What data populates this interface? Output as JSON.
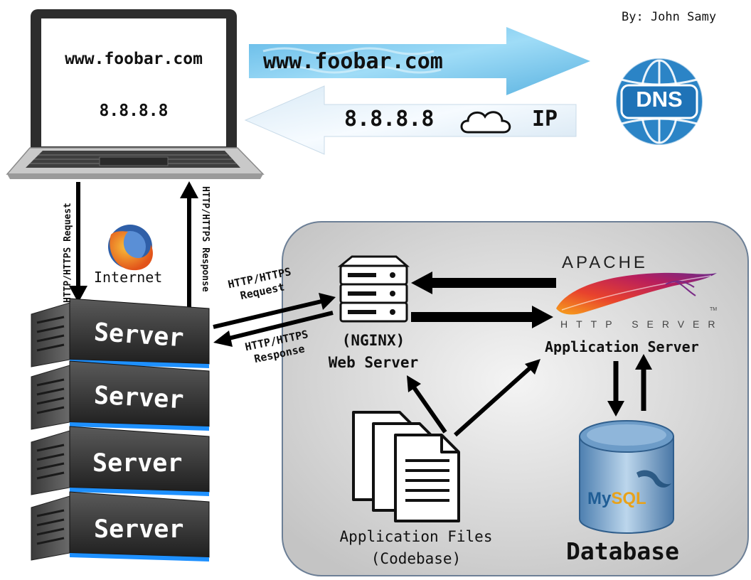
{
  "author": "By: John Samy",
  "laptop": {
    "url": "www.foobar.com",
    "ip": "8.8.8.8"
  },
  "dns_query": {
    "url": "www.foobar.com"
  },
  "dns_reply": {
    "ip": "8.8.8.8",
    "ip_label": "IP"
  },
  "dns_logo": {
    "text": "DNS"
  },
  "internet": {
    "label": "Internet"
  },
  "client_arrows": {
    "request": "HTTP/HTTPS Request",
    "response": "HTTP/HTTPS Response"
  },
  "server_stack": {
    "units": [
      "Server",
      "Server",
      "Server",
      "Server"
    ]
  },
  "web_request": {
    "line1": "HTTP/HTTPS",
    "line2": "Request"
  },
  "web_response": {
    "line1": "HTTP/HTTPS",
    "line2": "Response"
  },
  "web_server": {
    "line1": "(NGINX)",
    "line2": "Web Server"
  },
  "apache": {
    "brand": "APACHE",
    "sub": "HTTP SERVER",
    "tm": "TM"
  },
  "app_server": {
    "label": "Application Server"
  },
  "app_files": {
    "line1": "Application Files",
    "line2": "(Codebase)"
  },
  "database": {
    "brand_my": "My",
    "brand_sql": "SQL",
    "label": "Database"
  },
  "colors": {
    "sky_arrow": "#74c7ee",
    "dns_blue": "#1f73b7",
    "panel_gray": "#d6d6d6",
    "mysql_blue": "#4f86b3"
  }
}
